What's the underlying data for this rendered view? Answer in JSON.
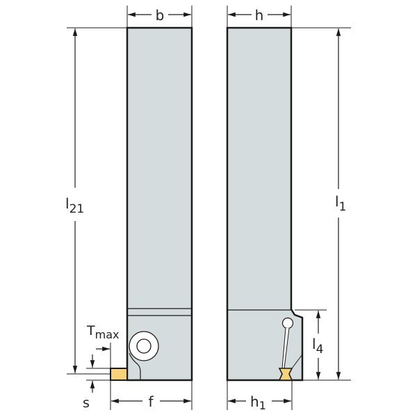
{
  "diagram": {
    "type": "technical-drawing",
    "subject": "parting/grooving tool holder — two views",
    "colors": {
      "body_fill": "#d5dcdd",
      "outline": "#1a1a1a",
      "insert_fill": "#f6d37a",
      "dim_line": "#1a1a1a",
      "background": "#ffffff"
    },
    "left_view": {
      "width_label": "b",
      "length_label": "l",
      "length_sub": "21",
      "tmax_main": "T",
      "tmax_sub": "max",
      "offset_label": "f",
      "s_label": "s"
    },
    "right_view": {
      "width_label": "h",
      "length_label": "l",
      "length_sub": "1",
      "l4_main": "l",
      "l4_sub": "4",
      "h1_main": "h",
      "h1_sub": "1"
    }
  }
}
